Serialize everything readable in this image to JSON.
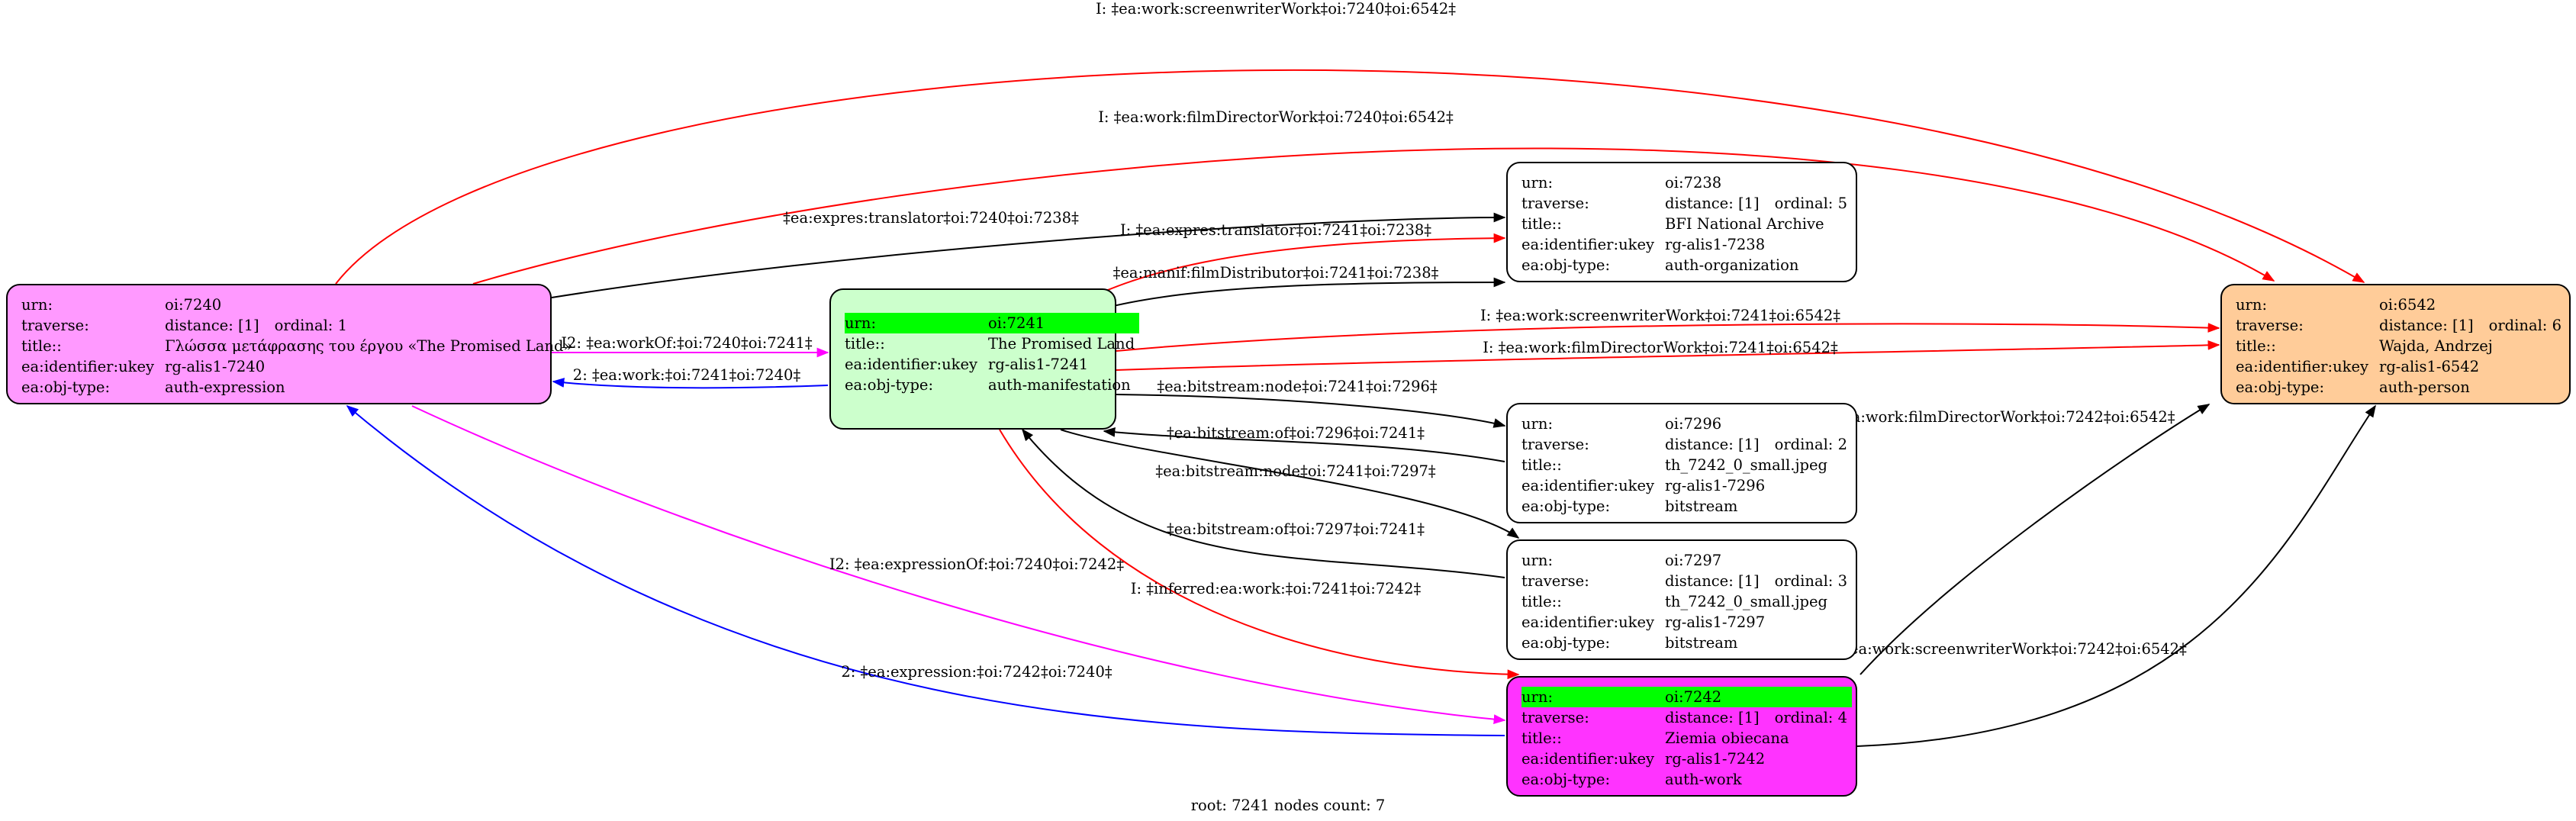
{
  "colors": {
    "expression": "#ff99ff",
    "manifestation": "#ccffcc",
    "organization": "#ffffff",
    "person": "#ffcc99",
    "bitstream": "#ffffff",
    "work": "#ff33ff",
    "highlight": "#00ff00",
    "edge_black": "#000000",
    "edge_red": "#ff0000",
    "edge_blue": "#0000ff",
    "edge_magenta": "#ff00ff"
  },
  "nodes": [
    {
      "id": "n7240",
      "name": "node-oi-7240",
      "color": "expression",
      "rows": [
        {
          "k": "urn:",
          "v": "oi:7240"
        },
        {
          "k": "traverse:",
          "v": "distance: [1]",
          "v2": "ordinal: 1"
        },
        {
          "k": "title::",
          "v": "Γλώσσα μετάφρασης του έργου «The Promised Land»"
        },
        {
          "k": "ea:identifier:ukey",
          "v": "rg-alis1-7240"
        },
        {
          "k": "ea:obj-type:",
          "v": "auth-expression"
        }
      ]
    },
    {
      "id": "n7241",
      "name": "node-oi-7241",
      "color": "manifestation",
      "highlight_row": 0,
      "rows": [
        {
          "k": "urn:",
          "v": "oi:7241"
        },
        {
          "k": "title::",
          "v": "The Promised Land"
        },
        {
          "k": "ea:identifier:ukey",
          "v": "rg-alis1-7241"
        },
        {
          "k": "ea:obj-type:",
          "v": "auth-manifestation"
        }
      ]
    },
    {
      "id": "n7238",
      "name": "node-oi-7238",
      "color": "organization",
      "rows": [
        {
          "k": "urn:",
          "v": "oi:7238"
        },
        {
          "k": "traverse:",
          "v": "distance: [1]",
          "v2": "ordinal: 5"
        },
        {
          "k": "title::",
          "v": "BFI National Archive"
        },
        {
          "k": "ea:identifier:ukey",
          "v": "rg-alis1-7238"
        },
        {
          "k": "ea:obj-type:",
          "v": "auth-organization"
        }
      ]
    },
    {
      "id": "n6542",
      "name": "node-oi-6542",
      "color": "person",
      "rows": [
        {
          "k": "urn:",
          "v": "oi:6542"
        },
        {
          "k": "traverse:",
          "v": "distance: [1]",
          "v2": "ordinal: 6"
        },
        {
          "k": "title::",
          "v": "Wajda, Andrzej"
        },
        {
          "k": "ea:identifier:ukey",
          "v": "rg-alis1-6542"
        },
        {
          "k": "ea:obj-type:",
          "v": "auth-person"
        }
      ]
    },
    {
      "id": "n7296",
      "name": "node-oi-7296",
      "color": "bitstream",
      "rows": [
        {
          "k": "urn:",
          "v": "oi:7296"
        },
        {
          "k": "traverse:",
          "v": "distance: [1]",
          "v2": "ordinal: 2"
        },
        {
          "k": "title::",
          "v": "th_7242_0_small.jpeg"
        },
        {
          "k": "ea:identifier:ukey",
          "v": "rg-alis1-7296"
        },
        {
          "k": "ea:obj-type:",
          "v": "bitstream"
        }
      ]
    },
    {
      "id": "n7297",
      "name": "node-oi-7297",
      "color": "bitstream",
      "rows": [
        {
          "k": "urn:",
          "v": "oi:7297"
        },
        {
          "k": "traverse:",
          "v": "distance: [1]",
          "v2": "ordinal: 3"
        },
        {
          "k": "title::",
          "v": "th_7242_0_small.jpeg"
        },
        {
          "k": "ea:identifier:ukey",
          "v": "rg-alis1-7297"
        },
        {
          "k": "ea:obj-type:",
          "v": "bitstream"
        }
      ]
    },
    {
      "id": "n7242",
      "name": "node-oi-7242",
      "color": "work",
      "highlight_row": 0,
      "rows": [
        {
          "k": "urn:",
          "v": "oi:7242"
        },
        {
          "k": "traverse:",
          "v": "distance: [1]",
          "v2": "ordinal: 4"
        },
        {
          "k": "title::",
          "v": "Ziemia obiecana"
        },
        {
          "k": "ea:identifier:ukey",
          "v": "rg-alis1-7242"
        },
        {
          "k": "ea:obj-type:",
          "v": "auth-work"
        }
      ]
    }
  ],
  "edges": [
    {
      "id": "e1",
      "from": "oi:7240",
      "to": "oi:6542",
      "color": "edge_red",
      "label": "I: ‡ea:work:screenwriterWork‡oi:7240‡oi:6542‡"
    },
    {
      "id": "e2",
      "from": "oi:7240",
      "to": "oi:6542",
      "color": "edge_red",
      "label": "I: ‡ea:work:filmDirectorWork‡oi:7240‡oi:6542‡"
    },
    {
      "id": "e3",
      "from": "oi:7240",
      "to": "oi:7238",
      "color": "edge_black",
      "label": "‡ea:expres:translator‡oi:7240‡oi:7238‡"
    },
    {
      "id": "e4",
      "from": "oi:7241",
      "to": "oi:7238",
      "color": "edge_red",
      "label": "I: ‡ea:expres:translator‡oi:7241‡oi:7238‡"
    },
    {
      "id": "e5",
      "from": "oi:7241",
      "to": "oi:7238",
      "color": "edge_black",
      "label": "‡ea:manif:filmDistributor‡oi:7241‡oi:7238‡"
    },
    {
      "id": "e6",
      "from": "oi:7240",
      "to": "oi:7241",
      "color": "edge_magenta",
      "label": "I2: ‡ea:workOf:‡oi:7240‡oi:7241‡"
    },
    {
      "id": "e7",
      "from": "oi:7241",
      "to": "oi:7240",
      "color": "edge_blue",
      "label": "2: ‡ea:work:‡oi:7241‡oi:7240‡"
    },
    {
      "id": "e8",
      "from": "oi:7241",
      "to": "oi:6542",
      "color": "edge_red",
      "label": "I: ‡ea:work:screenwriterWork‡oi:7241‡oi:6542‡"
    },
    {
      "id": "e9",
      "from": "oi:7241",
      "to": "oi:6542",
      "color": "edge_red",
      "label": "I: ‡ea:work:filmDirectorWork‡oi:7241‡oi:6542‡"
    },
    {
      "id": "e10",
      "from": "oi:7241",
      "to": "oi:7296",
      "color": "edge_black",
      "label": "‡ea:bitstream:node‡oi:7241‡oi:7296‡"
    },
    {
      "id": "e11",
      "from": "oi:7296",
      "to": "oi:7241",
      "color": "edge_black",
      "label": "‡ea:bitstream:of‡oi:7296‡oi:7241‡"
    },
    {
      "id": "e12",
      "from": "oi:7241",
      "to": "oi:7297",
      "color": "edge_black",
      "label": "‡ea:bitstream:node‡oi:7241‡oi:7297‡"
    },
    {
      "id": "e13",
      "from": "oi:7297",
      "to": "oi:7241",
      "color": "edge_black",
      "label": "‡ea:bitstream:of‡oi:7297‡oi:7241‡"
    },
    {
      "id": "e14",
      "from": "oi:7240",
      "to": "oi:7242",
      "color": "edge_magenta",
      "label": "I2: ‡ea:expressionOf:‡oi:7240‡oi:7242‡"
    },
    {
      "id": "e15",
      "from": "oi:7241",
      "to": "oi:7242",
      "color": "edge_red",
      "label": "I: ‡inferred:ea:work:‡oi:7241‡oi:7242‡"
    },
    {
      "id": "e16",
      "from": "oi:7242",
      "to": "oi:7240",
      "color": "edge_blue",
      "label": "2: ‡ea:expression:‡oi:7242‡oi:7240‡"
    },
    {
      "id": "e17",
      "from": "oi:7242",
      "to": "oi:6542",
      "color": "edge_black",
      "label": "‡ea:work:filmDirectorWork‡oi:7242‡oi:6542‡"
    },
    {
      "id": "e18",
      "from": "oi:7242",
      "to": "oi:6542",
      "color": "edge_black",
      "label": "‡ea:work:screenwriterWork‡oi:7242‡oi:6542‡"
    }
  ],
  "footer": "root: 7241 nodes count: 7"
}
